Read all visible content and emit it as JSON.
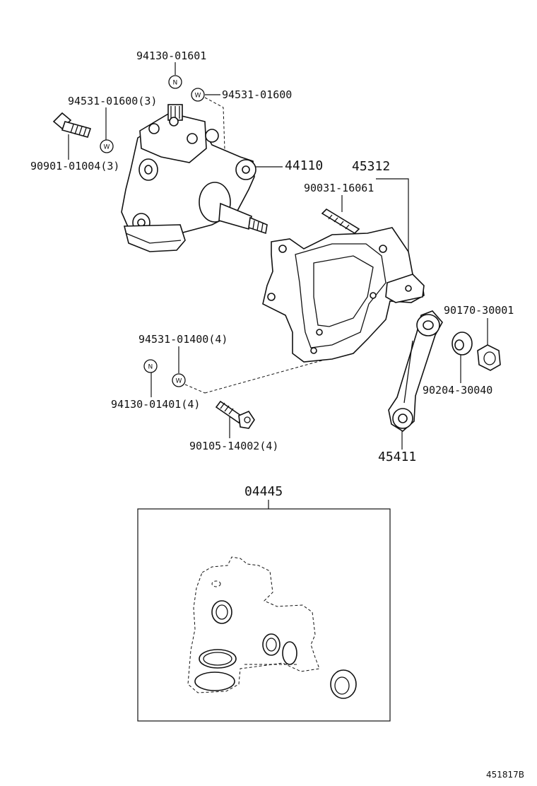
{
  "labels": {
    "p94130_01601": "94130-01601",
    "p94531_01600_3": "94531-01600(3)",
    "p94531_01600": "94531-01600",
    "p90901_01004_3": "90901-01004(3)",
    "p44110": "44110",
    "p45312": "45312",
    "p90031_16061": "90031-16061",
    "p90170_30001": "90170-30001",
    "p94531_01400_4": "94531-01400(4)",
    "p94130_01401_4": "94130-01401(4)",
    "p90204_30040": "90204-30040",
    "p90105_14002_4": "90105-14002(4)",
    "p45411": "45411",
    "p04445": "04445",
    "figure_code": "451817B"
  },
  "symbols": {
    "nut_symbol": "N",
    "washer_symbol": "W"
  }
}
